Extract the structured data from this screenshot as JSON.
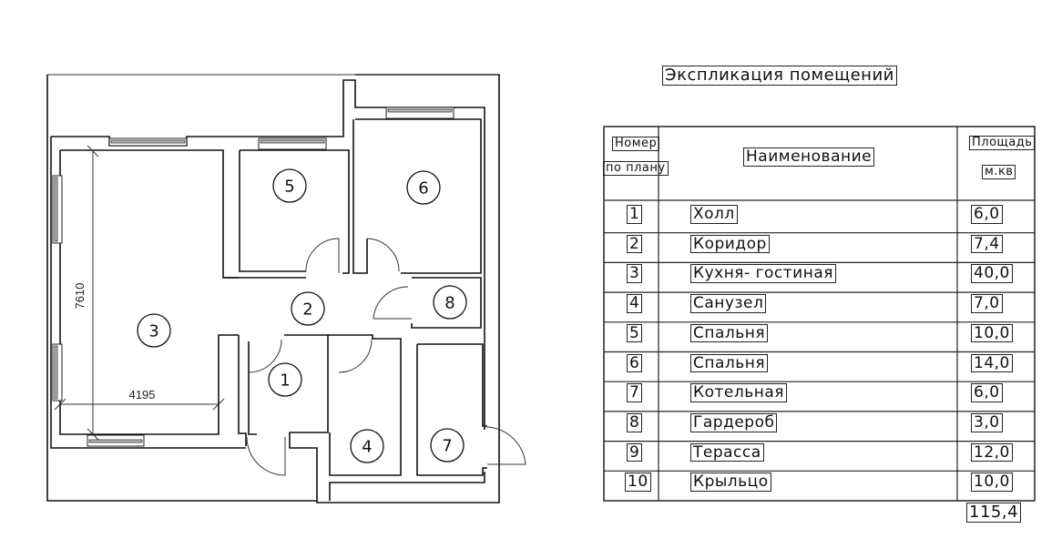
{
  "plan": {
    "dimensions": {
      "width_label": "4195",
      "height_label": "7610"
    },
    "room_markers": [
      "1",
      "2",
      "3",
      "4",
      "5",
      "6",
      "7",
      "8"
    ]
  },
  "table": {
    "title": "Экспликация помещений",
    "headers": {
      "number_line1": "Номер",
      "number_line2": "по плану",
      "name": "Наименование",
      "area_line1": "Площадь",
      "area_line2": "м.кв"
    },
    "rows": [
      {
        "num": "1",
        "name": "Холл",
        "area": "6,0"
      },
      {
        "num": "2",
        "name": "Коридор",
        "area": "7,4"
      },
      {
        "num": "3",
        "name": "Кухня- гостиная",
        "area": "40,0"
      },
      {
        "num": "4",
        "name": "Санузел",
        "area": "7,0"
      },
      {
        "num": "5",
        "name": "Спальня",
        "area": "10,0"
      },
      {
        "num": "6",
        "name": "Спальня",
        "area": "14,0"
      },
      {
        "num": "7",
        "name": "Котельная",
        "area": "6,0"
      },
      {
        "num": "8",
        "name": "Гардероб",
        "area": "3,0"
      },
      {
        "num": "9",
        "name": "Терасса",
        "area": "12,0"
      },
      {
        "num": "10",
        "name": "Крыльцо",
        "area": "10,0"
      }
    ],
    "total": "115,4"
  }
}
